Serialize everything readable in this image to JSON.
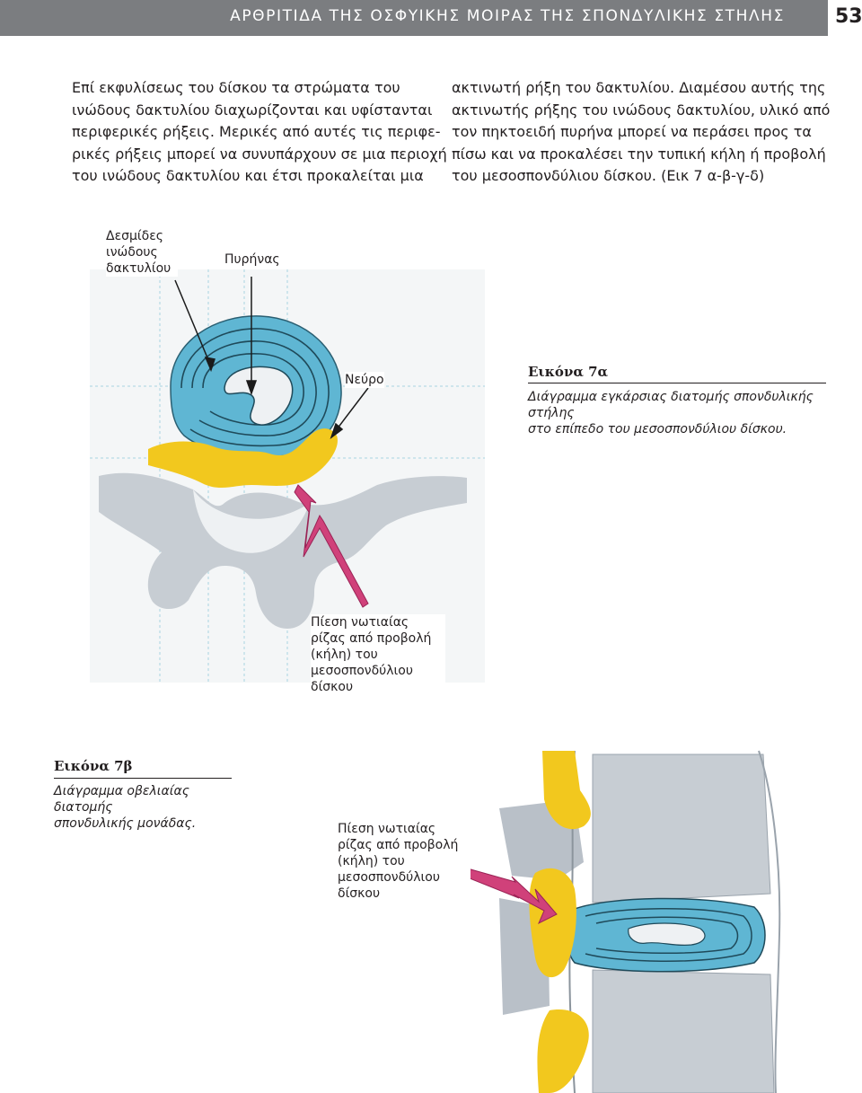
{
  "header": {
    "title": "ΑΡΘΡΙΤΙΔΑ ΤΗΣ ΟΣΦΥΙΚΗΣ ΜΟΙΡΑΣ ΤΗΣ ΣΠΟΝΔΥΛΙΚΗΣ ΣΤΗΛΗΣ",
    "page_number": "53"
  },
  "body_text": {
    "left_lines": [
      "Επί εκφυλίσεως του δίσκου τα στρώματα του",
      "ινώδους δακτυλίου διαχωρίζονται και υφίστανται",
      "περιφερικές ρήξεις. Μερικές από αυτές τις περιφε-",
      "ρικές ρήξεις μπορεί να συνυπάρχουν σε μια περιοχή",
      "του ινώδους δακτυλίου και έτσι προκαλείται μια"
    ],
    "right_lines": [
      "ακτινωτή ρήξη του δακτυλίου. Διαμέσου αυτής της",
      "ακτινωτής ρήξης του ινώδους δακτυλίου, υλικό από",
      "τον πηκτοειδή πυρήνα μπορεί να περάσει προς τα",
      "πίσω και να προκαλέσει την τυπική κήλη ή προβολή",
      "του μεσοσπονδύλιου δίσκου. (Εικ 7 α-β-γ-δ)"
    ]
  },
  "figure_7a": {
    "label_annulus": [
      "Δεσμίδες",
      "ινώδους",
      "δακτυλίου"
    ],
    "label_nucleus": "Πυρήνας",
    "label_nerve": "Νεύρο",
    "label_pressure": [
      "Πίεση νωτιαίας",
      "ρίζας από προβολή",
      "(κήλη) του",
      "μεσοσπονδύλιου",
      "δίσκου"
    ],
    "caption_title": "Εικόνα 7α",
    "caption_text": [
      "Διάγραμμα εγκάρσιας διατομής σπονδυλικής στήλης",
      "στο επίπεδο του μεσοσπονδύλιου δίσκου."
    ]
  },
  "figure_7b": {
    "caption_title": "Εικόνα 7β",
    "caption_text": [
      "Διάγραμμα οβελιαίας διατομής",
      "σπονδυλικής μονάδας."
    ],
    "label_pressure": [
      "Πίεση νωτιαίας",
      "ρίζας από προβολή",
      "(κήλη) του",
      "μεσοσπονδύλιου",
      "δίσκου"
    ]
  },
  "colors": {
    "header_bar": "#7b7d80",
    "disc_blue": "#5fb6d3",
    "bone_gray": "#c7cdd3",
    "nerve_yellow": "#f2c81e",
    "arrow_red": "#d0417a"
  }
}
